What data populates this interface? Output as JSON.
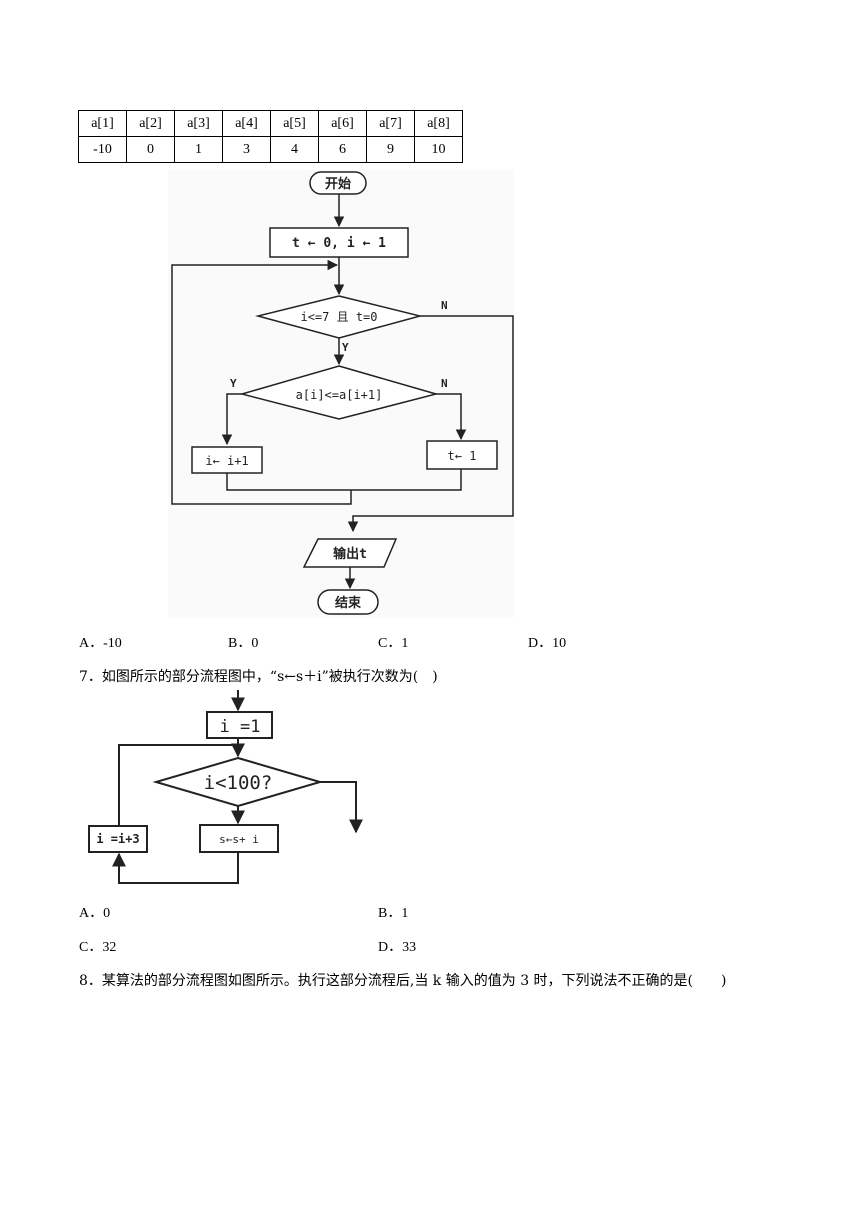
{
  "table": {
    "headers": [
      "a[1]",
      "a[2]",
      "a[3]",
      "a[4]",
      "a[5]",
      "a[6]",
      "a[7]",
      "a[8]"
    ],
    "values": [
      "-10",
      "0",
      "1",
      "3",
      "4",
      "6",
      "9",
      "10"
    ]
  },
  "flow1": {
    "start": "开始",
    "init": "t ← 0, i ← 1",
    "cond1": "i<=7 且 t=0",
    "yes": "Y",
    "no": "N",
    "cond2": "a[i]<=a[i+1]",
    "inc": "i← i+1",
    "set_t": "t← 1",
    "output": "输出t",
    "end": "结束"
  },
  "q6_options": [
    "A．-10",
    "B．0",
    "C．1",
    "D．10"
  ],
  "q7": {
    "text": "7．如图所示的部分流程图中，“s←s＋i”被执行次数为(　)",
    "flow": {
      "init": "i =1",
      "cond": "i<100?",
      "update": "i =i+3",
      "body": "s←s+ i"
    },
    "options": [
      "A．0",
      "B．1",
      "C．32",
      "D．33"
    ]
  },
  "q8": {
    "text": "8．某算法的部分流程图如图所示。执行这部分流程后,当 k 输入的值为 3 时，下列说法不正确的是(　　)"
  }
}
